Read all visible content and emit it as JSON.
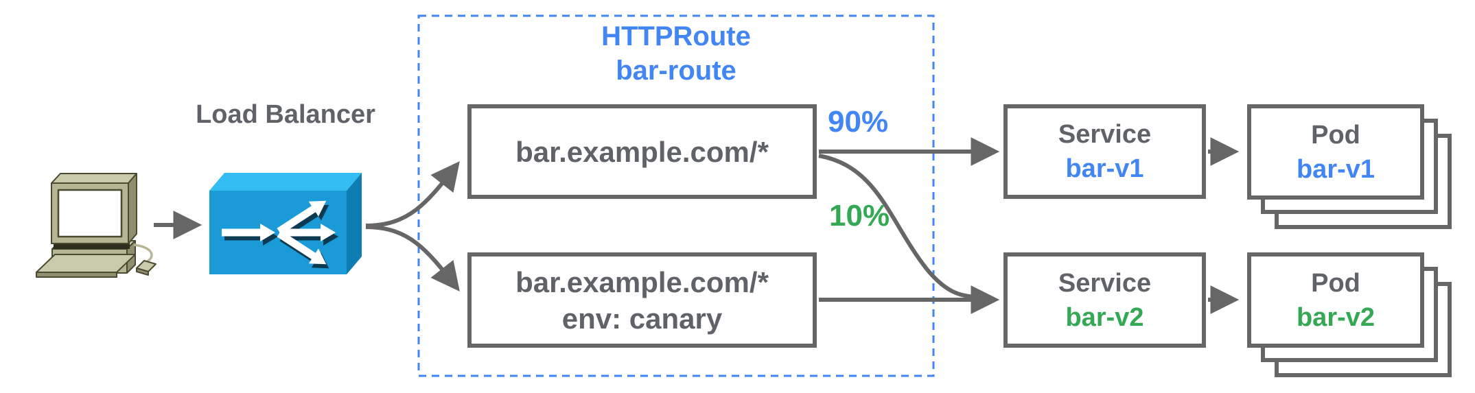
{
  "colors": {
    "blue": "#4285f4",
    "green": "#34a853",
    "gray": "#5f6368",
    "border": "#666666",
    "lb_top": "#33bdf2",
    "lb_front": "#1a9ad6",
    "lb_side": "#0d7db3",
    "pc_body": "#b6b695",
    "pc_light": "#c9c9ab",
    "pc_dark": "#8f8f6e",
    "pc_outline": "#4a4a31"
  },
  "client": {
    "icon": "desktop-computer"
  },
  "load_balancer": {
    "label": "Load Balancer"
  },
  "httproute": {
    "kind": "HTTPRoute",
    "name": "bar-route",
    "rules": [
      {
        "match": "bar.example.com/*",
        "weight": "90%"
      },
      {
        "match": "bar.example.com/*",
        "header": "env: canary",
        "weight": "10%"
      }
    ]
  },
  "services": [
    {
      "kind": "Service",
      "name": "bar-v1"
    },
    {
      "kind": "Service",
      "name": "bar-v2"
    }
  ],
  "pods": [
    {
      "kind": "Pod",
      "name": "bar-v1"
    },
    {
      "kind": "Pod",
      "name": "bar-v2"
    }
  ]
}
